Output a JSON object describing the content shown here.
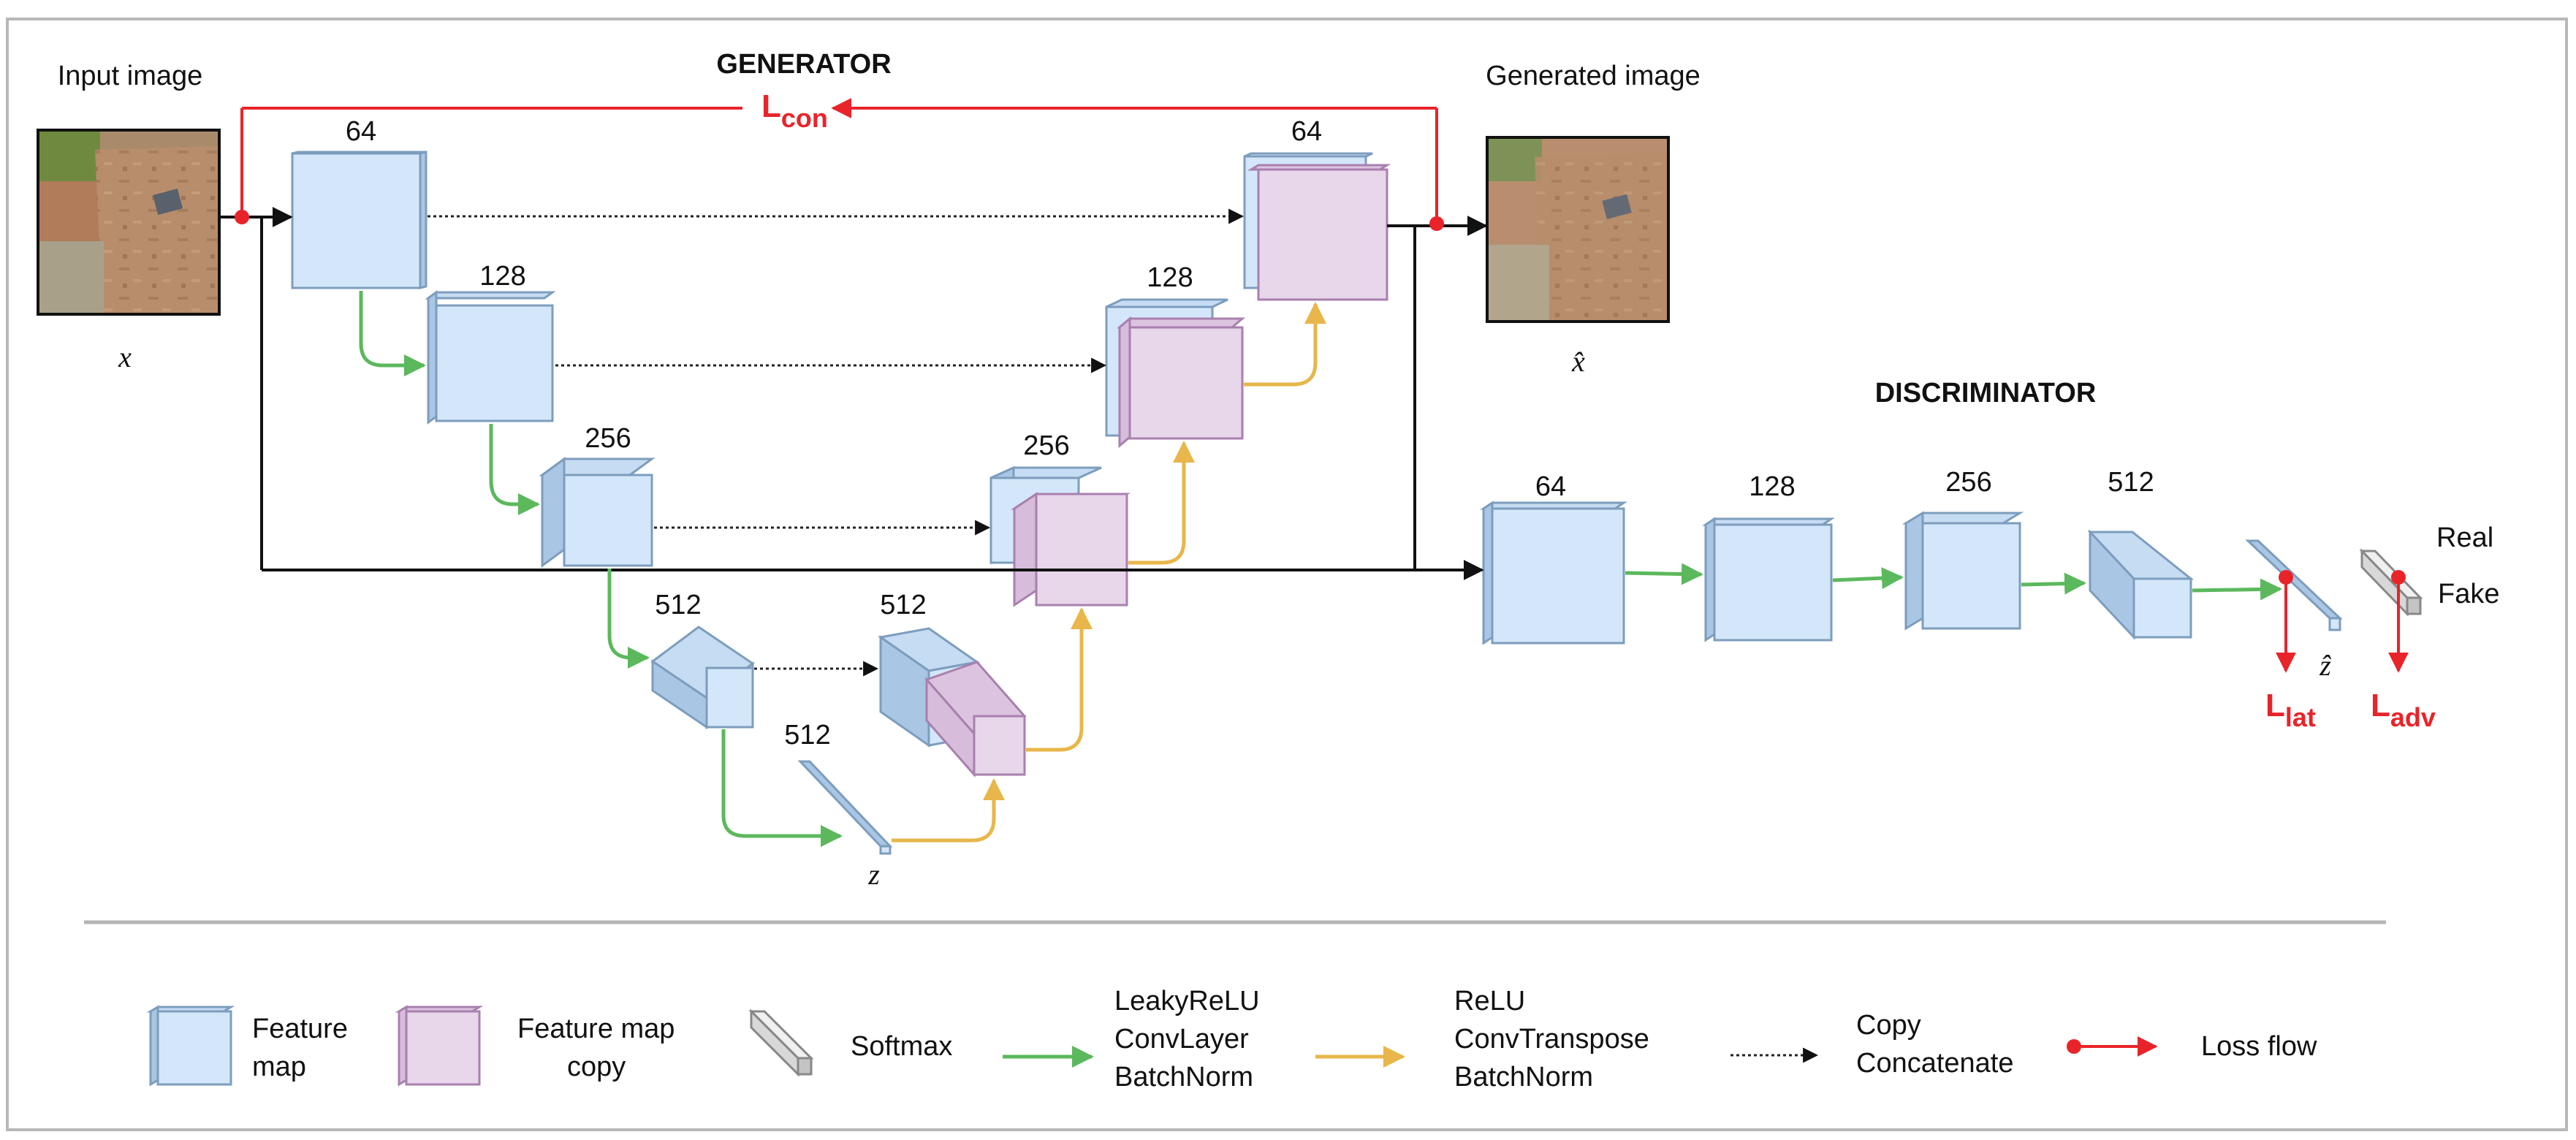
{
  "title_generator": "GENERATOR",
  "title_discriminator": "DISCRIMINATOR",
  "input_image_label": "Input image",
  "generated_image_label": "Generated image",
  "math": {
    "x": "x",
    "x_hat": "x̂",
    "z": "z",
    "z_hat": "ẑ"
  },
  "loss": {
    "con_main": "L",
    "con_sub": "con",
    "lat_main": "L",
    "lat_sub": "lat",
    "adv_main": "L",
    "adv_sub": "adv"
  },
  "encoder_channels": [
    "64",
    "128",
    "256",
    "512"
  ],
  "latent_channels": "512",
  "decoder_channels": [
    "512",
    "256",
    "128",
    "64"
  ],
  "discriminator_channels": [
    "64",
    "128",
    "256",
    "512"
  ],
  "outputs": {
    "real": "Real",
    "fake": "Fake"
  },
  "legend": {
    "feature_map": [
      "Feature",
      "map"
    ],
    "feature_map_copy": [
      "Feature map",
      "copy"
    ],
    "softmax": "Softmax",
    "green_arrow": [
      "LeakyReLU",
      "ConvLayer",
      "BatchNorm"
    ],
    "yellow_arrow": [
      "ReLU",
      "ConvTranspose",
      "BatchNorm"
    ],
    "dotted_arrow": [
      "Copy",
      "Concatenate"
    ],
    "loss_flow": "Loss flow"
  },
  "colors": {
    "feature_map": "#d4e7fa",
    "feature_map_copy": "#e8d6ea",
    "green": "#5cb85c",
    "yellow": "#e8b64a",
    "red": "#e8242a",
    "border": "#b8b8b8"
  }
}
